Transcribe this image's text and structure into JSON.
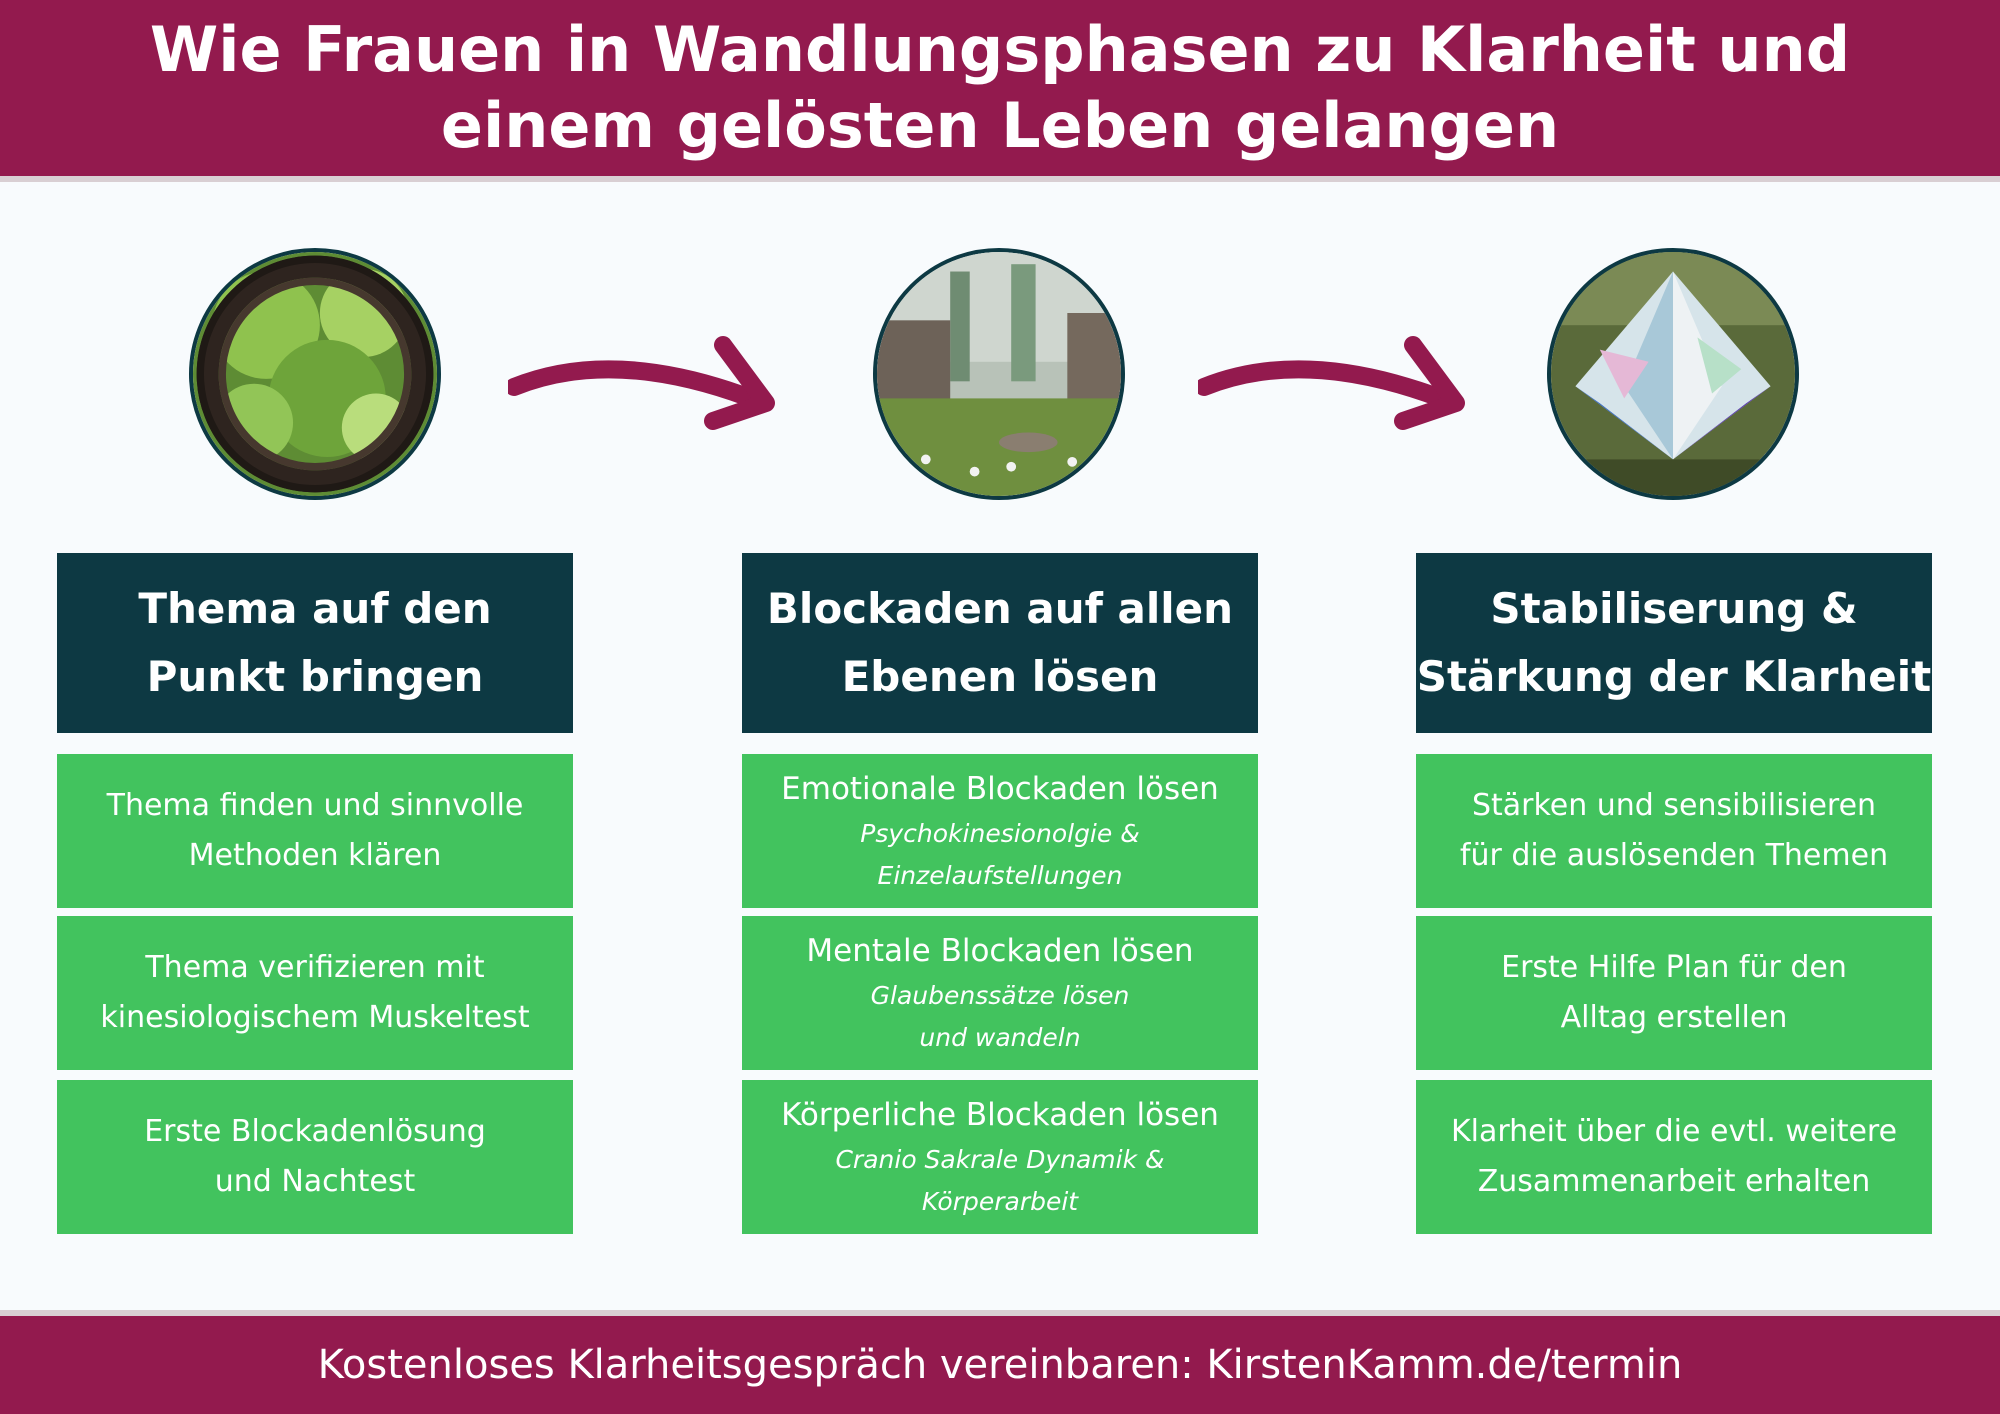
{
  "header": {
    "line1": "Wie Frauen in Wandlungsphasen zu Klarheit und",
    "line2": "einem gelösten Leben gelangen"
  },
  "columns": [
    {
      "image": "woven-branch-ring-photo",
      "title_line1": "Thema auf den",
      "title_line2": "Punkt bringen",
      "boxes": [
        {
          "line1": "Thema finden und sinnvolle",
          "line2": "Methoden klären"
        },
        {
          "line1": "Thema verifizieren mit",
          "line2": "kinesiologischem Muskeltest"
        },
        {
          "line1": "Erste Blockadenlösung",
          "line2": "und Nachtest"
        }
      ]
    },
    {
      "image": "stone-ruins-meadow-photo",
      "title_line1": "Blockaden auf allen",
      "title_line2": "Ebenen lösen",
      "boxes": [
        {
          "main": "Emotionale Blockaden lösen",
          "sub1": "Psychokinesionolgie &",
          "sub2": "Einzelaufstellungen"
        },
        {
          "main": "Mentale Blockaden lösen",
          "sub1": "Glaubenssätze lösen",
          "sub2": "und wandeln"
        },
        {
          "main": "Körperliche Blockaden lösen",
          "sub1": "Cranio Sakrale Dynamik &",
          "sub2": "Körperarbeit"
        }
      ]
    },
    {
      "image": "crystal-diamond-photo",
      "title_line1": "Stabiliserung &",
      "title_line2": "Stärkung der Klarheit",
      "boxes": [
        {
          "line1": "Stärken und sensibilisieren",
          "line2": "für die auslösenden Themen"
        },
        {
          "line1": "Erste Hilfe Plan für den",
          "line2": "Alltag erstellen"
        },
        {
          "line1": "Klarheit über die evtl. weitere",
          "line2": "Zusammenarbeit erhalten"
        }
      ]
    }
  ],
  "arrows": [
    "arrow-right-icon",
    "arrow-right-icon"
  ],
  "footer": {
    "text": "Kostenloses Klarheitsgespräch vereinbaren: KirstenKamm.de/termin"
  },
  "colors": {
    "accent": "#931a4e",
    "dark": "#0d3943",
    "green": "#42c35e",
    "background": "#f8fbfd"
  }
}
